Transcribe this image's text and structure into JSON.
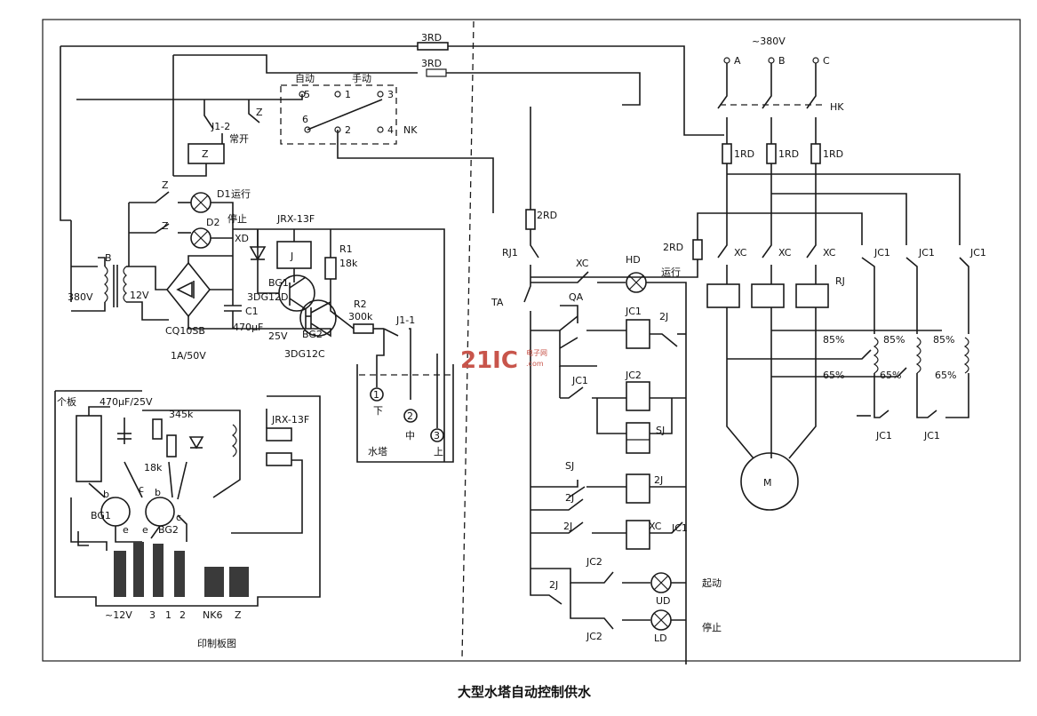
{
  "caption": "大型水塔自动控制供水",
  "watermark": {
    "brand": "21IC",
    "sub": "电子网",
    "domain": ".com",
    "color": "#c8554b"
  },
  "power": {
    "supply": "~380V",
    "phases": [
      "A",
      "B",
      "C"
    ],
    "knife_switch": "HK"
  },
  "fuses": {
    "main": "1RD",
    "control": "2RD",
    "aux": "3RD"
  },
  "relays": {
    "thermal": "RJ",
    "thermal_contact": "RJ1",
    "intermediate": "2J",
    "time": "SJ",
    "contactor": "XC",
    "start_contactor": "JC1",
    "run_contactor": "JC2",
    "jc2_contact": "JC2",
    "reed": "JRX-13F",
    "level_relay_contact": "J1-1",
    "hold_contact": "J1-2"
  },
  "lamps": {
    "run": "HD",
    "start": "UD",
    "stop": "LD",
    "run_text": "运行",
    "start_text": "起动",
    "stop_text": "停止"
  },
  "buttons": {
    "stop": "TA",
    "start": "QA"
  },
  "selector": {
    "name": "NK",
    "auto": "自动",
    "manual": "手动",
    "contacts": [
      "5",
      "1",
      "3",
      "6",
      "2",
      "4"
    ]
  },
  "left_circuit": {
    "transformer": "B",
    "primary": "380V",
    "secondary": "12V",
    "bridge": "CQ10SB",
    "bridge_rating": "1A/50V",
    "capacitor": "C1",
    "cap_value": "470μF",
    "cap_voltage": "25V",
    "r1": "R1",
    "r1_value": "18k",
    "r2": "R2",
    "r2_value": "300k",
    "bg1": "BG1",
    "bg1_type": "3DG12D",
    "bg2": "BG2",
    "bg2_type": "3DG12C",
    "diode": "XD",
    "d1": "D1",
    "d1_label": "运行",
    "d2": "D2",
    "d2_label": "停止",
    "zlabel": "Z",
    "coil": "J",
    "hold_label": "常开"
  },
  "tank": {
    "label": "水塔",
    "probes": [
      "1",
      "2",
      "3"
    ],
    "probe_labels": [
      "下",
      "中",
      "上"
    ]
  },
  "autotransformer": {
    "taps": [
      "85%",
      "65%"
    ]
  },
  "motor": "M",
  "pcb": {
    "title": "印制板图",
    "corner_label": "个板",
    "cap_text": "470μF/25V",
    "r_text": "345k",
    "r2_text": "18k",
    "bg1": "BG1",
    "bg2": "BG2",
    "relay": "JRX-13F",
    "pins": [
      "b",
      "c",
      "e",
      "e",
      "b",
      "c"
    ],
    "terminals": [
      "~12V",
      "3",
      "1",
      "2",
      "NK6",
      "Z"
    ]
  }
}
